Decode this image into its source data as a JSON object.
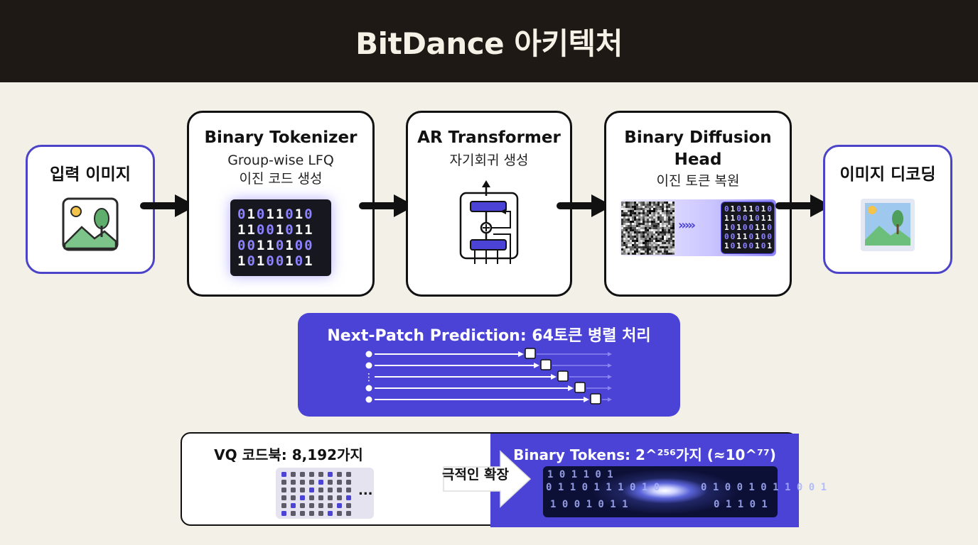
{
  "title": "BitDance 아키텍처",
  "nodes": {
    "input": {
      "title": "입력 이미지",
      "icon": "landscape-image-icon"
    },
    "tokenizer": {
      "title": "Binary Tokenizer",
      "sub1": "Group-wise LFQ",
      "sub2": "이진 코드 생성",
      "bits": [
        "0101101O",
        "11001011",
        "00110100",
        "10100101"
      ]
    },
    "transformer": {
      "title": "AR Transformer",
      "sub": "자기회귀 생성",
      "icon": "transformer-block-icon"
    },
    "diffusion": {
      "title1": "Binary Diffusion",
      "title2": "Head",
      "sub": "이진 토큰 복원",
      "bits": [
        "01011010",
        "11001011",
        "10100110",
        "00110100",
        "10100101"
      ]
    },
    "decode": {
      "title": "이미지 디코딩",
      "icon": "landscape-image-icon"
    }
  },
  "next_patch": {
    "title": "Next-Patch Prediction: 64토큰 병렬 처리",
    "ellipsis": "⋮"
  },
  "vq": {
    "left_title": "VQ 코드북: 8,192가지",
    "right_title": "Binary Tokens: 2^²⁵⁶가지 (≈10^⁷⁷)",
    "expand_label": "극적인 확장",
    "more": "...",
    "galaxy_bits": [
      "1 0 1 1 0 1",
      "0 1 1 0 1 1 1 0 1 0",
      "1 0 0 1 0 1 1",
      "0 1 0 0 1 0 1 1 0 0 1",
      "0 1 1 0 1"
    ]
  },
  "colors": {
    "accent": "#4a43d6",
    "border_purple": "#4b44c9",
    "header_bg": "#1e1915",
    "page_bg": "#f3f0e7"
  }
}
